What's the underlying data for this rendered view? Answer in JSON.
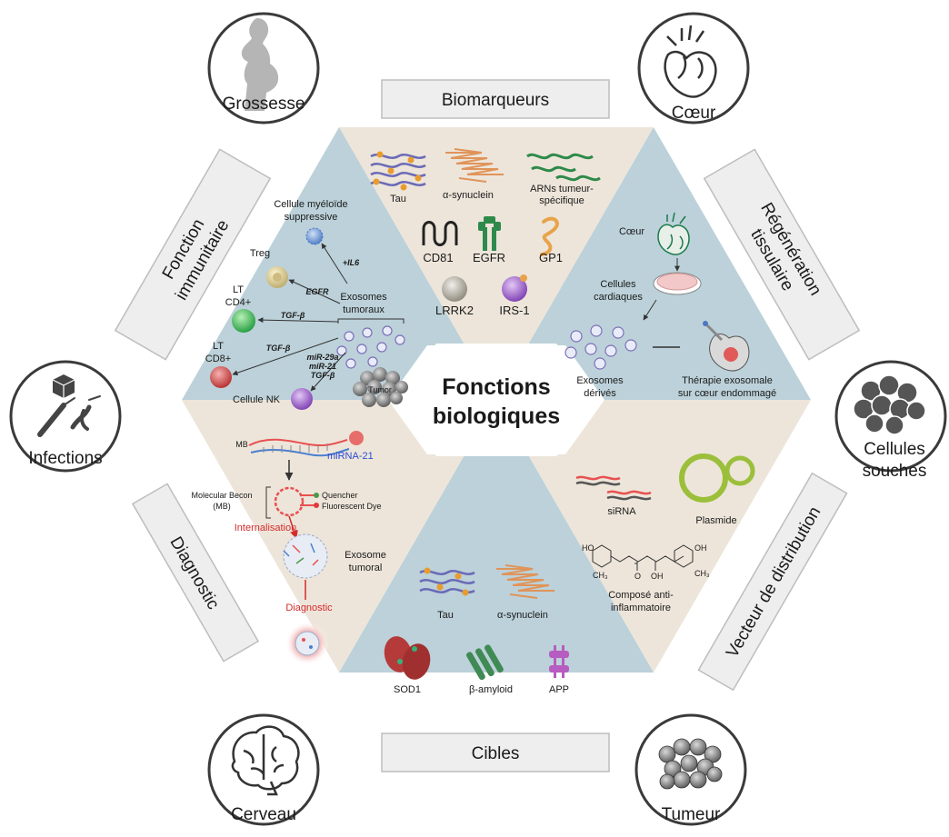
{
  "center": {
    "line1": "Fonctions",
    "line2": "biologiques"
  },
  "banners": {
    "top": "Biomarqueurs",
    "bottom": "Cibles",
    "upper_left": [
      "Fonction",
      "immunitaire"
    ],
    "upper_right": [
      "Régénération",
      "tissulaire"
    ],
    "lower_left": "Diagnostic",
    "lower_right": "Vecteur de distribution"
  },
  "corners": {
    "top_left": "Grossesse",
    "top_right": "Cœur",
    "left": "Infections",
    "right": [
      "Cellules",
      "souches"
    ],
    "bottom_left": "Cerveau",
    "bottom_right": "Tumeur"
  },
  "biomarkers": {
    "tau": "Tau",
    "synuclein": "α-synuclein",
    "arn": [
      "ARNs tumeur-",
      "spécifique"
    ],
    "cd81": "CD81",
    "egfr": "EGFR",
    "gp1": "GP1",
    "lrrk2": "LRRK2",
    "irs1": "IRS-1"
  },
  "immune": {
    "myeloid": [
      "Cellule myéloïde",
      "suppressive"
    ],
    "treg": "Treg",
    "cd4": [
      "LT",
      "CD4+"
    ],
    "cd8": [
      "LT",
      "CD8+"
    ],
    "nk": "Cellule NK",
    "exosomes": [
      "Exosomes",
      "tumoraux"
    ],
    "il6": "+IL6",
    "egfr": "EGFR",
    "tgf1": "TGF-β",
    "tgf2": "TGF-β",
    "mirs": [
      "miR-29a",
      "miR-21",
      "TGF-β"
    ],
    "tumor": "Tumor"
  },
  "regeneration": {
    "coeur": "Cœur",
    "cellules": [
      "Cellules",
      "cardiaques"
    ],
    "exosomes": [
      "Exosomes",
      "dérivés"
    ],
    "therapie": [
      "Thérapie exosomale",
      "sur cœur endommagé"
    ]
  },
  "diagnostic": {
    "mb": "MB",
    "mirna": "miRNA-21",
    "beacon": [
      "Molecular Becon",
      "(MB)"
    ],
    "quencher": "Quencher",
    "dye": "Fluorescent Dye",
    "internalisation": "Internalisation",
    "exosome": [
      "Exosome",
      "tumoral"
    ],
    "diagnostic": "Diagnostic"
  },
  "delivery": {
    "sirna": "siRNA",
    "plasmide": "Plasmide",
    "compose": [
      "Composé anti-",
      "inflammatoire"
    ],
    "chem": [
      "HO",
      "CH₃",
      "O",
      "OH",
      "OH",
      "CH₃"
    ]
  },
  "targets": {
    "tau": "Tau",
    "synuclein": "α-synuclein",
    "sod1": "SOD1",
    "amyloid": "β-amyloid",
    "app": "APP"
  },
  "colors": {
    "blue_panel": "#bcd1d9",
    "beige_panel": "#ede5da",
    "banner_fill": "#eeeeee",
    "banner_border": "#bdbdbd",
    "purple": "#7a4a9c",
    "orange": "#e0a15a",
    "green": "#3f8a55",
    "red": "#d42a2a"
  }
}
